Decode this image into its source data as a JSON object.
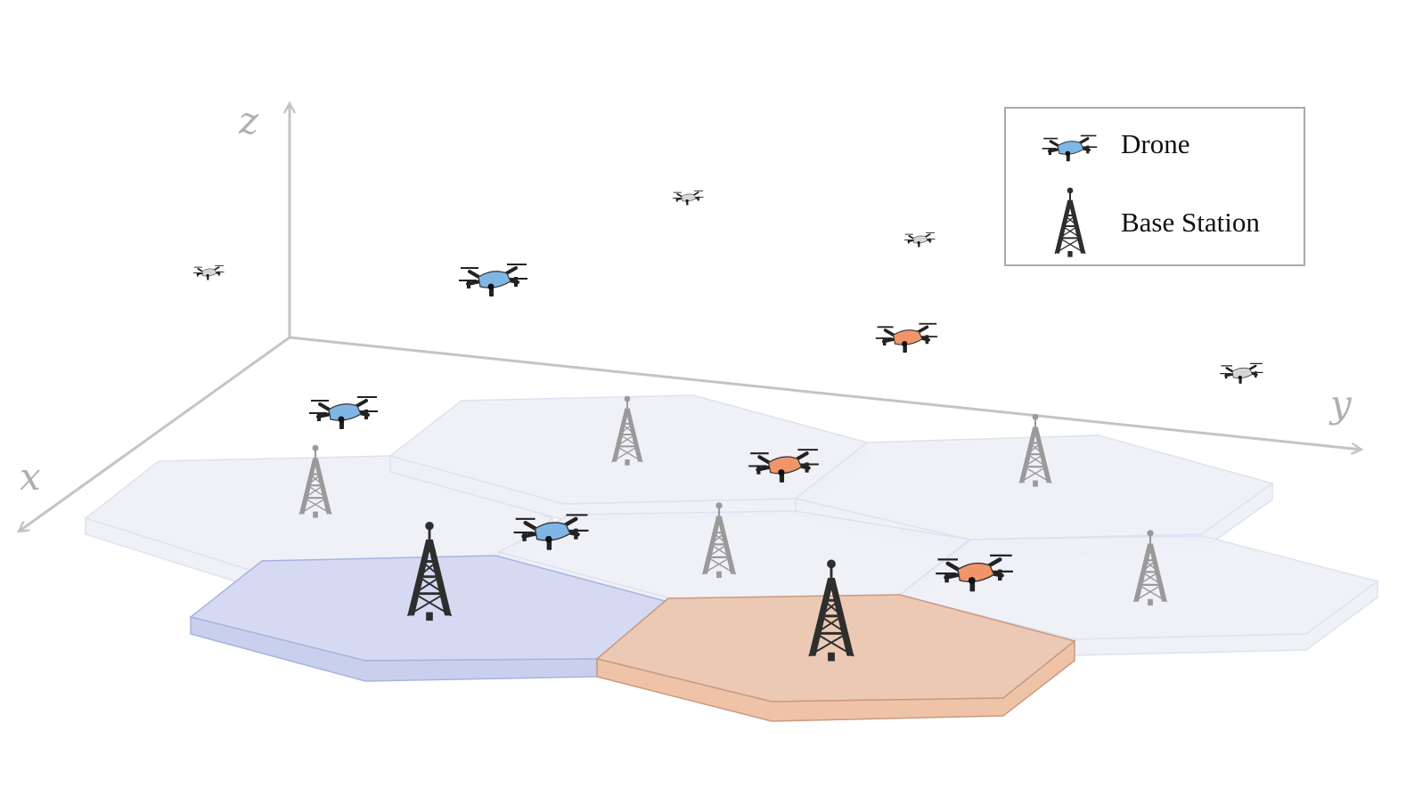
{
  "axes": {
    "x_label": "x",
    "y_label": "y",
    "z_label": "z"
  },
  "legend": {
    "items": [
      {
        "label": "Drone",
        "icon": "drone-icon"
      },
      {
        "label": "Base Station",
        "icon": "tower-icon"
      }
    ]
  },
  "colors": {
    "axis": "#c4c4c4",
    "cell_gray": "#eef0f6",
    "cell_blue": "#d5daf2",
    "cell_orange": "#ecc9b5",
    "drone_blue": "#7fb6e6",
    "drone_orange": "#f0956a",
    "drone_gray": "#d6d6d6",
    "tower_dark": "#2e2e2e",
    "tower_faded": "#9a9a9a"
  }
}
